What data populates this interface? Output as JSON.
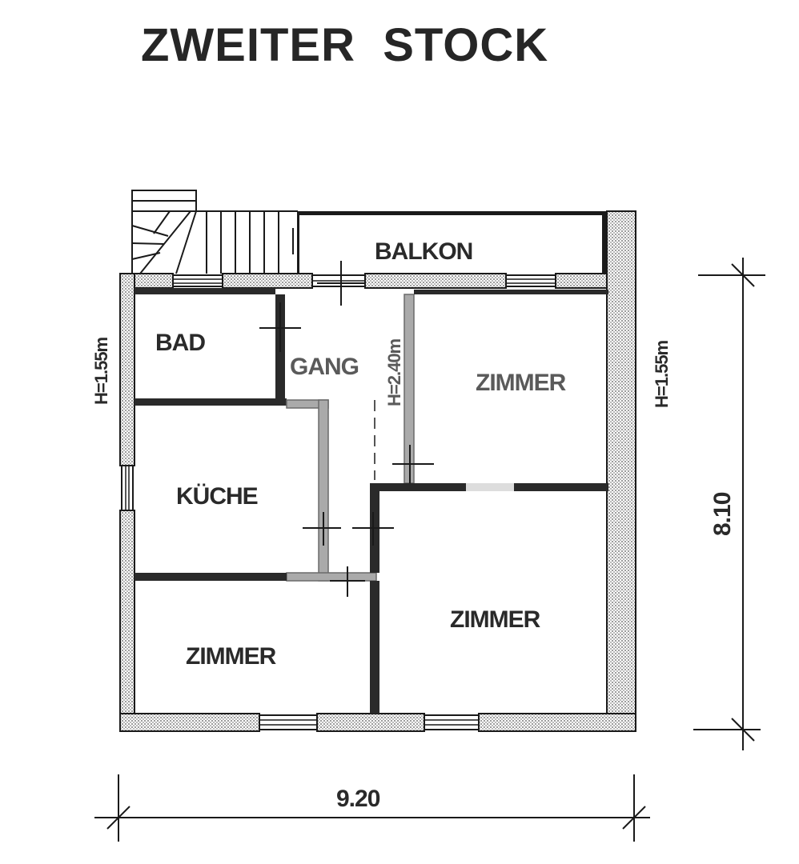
{
  "title": "ZWEITER  STOCK",
  "rooms": {
    "balkon": "BALKON",
    "bad": "BAD",
    "gang": "GANG",
    "zimmer_right_top": "ZIMMER",
    "kueche": "KÜCHE",
    "zimmer_right_bottom": "ZIMMER",
    "zimmer_left_bottom": "ZIMMER"
  },
  "notes": {
    "height_left": "H=1.55m",
    "height_right": "H=1.55m",
    "height_gang": "H=2.40m"
  },
  "dimensions": {
    "width": "9.20",
    "depth": "8.10"
  }
}
